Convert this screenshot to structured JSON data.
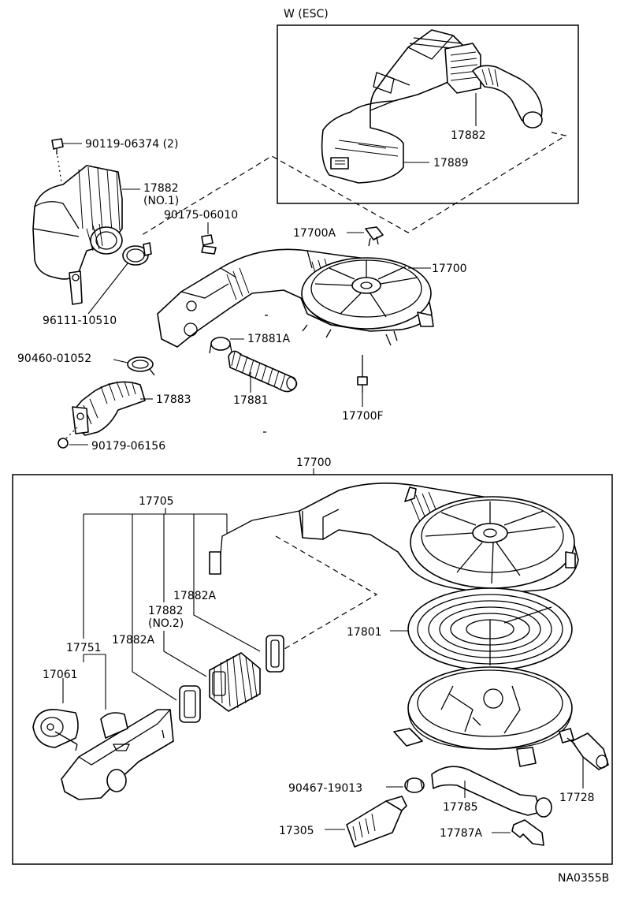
{
  "inset": {
    "title": "W (ESC)"
  },
  "labels": {
    "bolt_90119": "90119-06374 (2)",
    "duct_17882_no1_a": "17882",
    "duct_17882_no1_b": "(NO.1)",
    "bolt_90175": "90175-06010",
    "clamp_96111": "96111-10510",
    "clip_17700a": "17700A",
    "cleaner_17700_top": "17700",
    "inset_17882": "17882",
    "inset_17889": "17889",
    "clamp_17881a": "17881A",
    "hose_17881": "17881",
    "clamp_90460": "90460-01052",
    "hose_17883": "17883",
    "stud_17700f": "17700F",
    "nut_90179": "90179-06156",
    "assy_17700": "17700",
    "assy_17705": "17705",
    "seal_17882a_upper": "17882A",
    "duct_17882_no2_a": "17882",
    "duct_17882_no2_b": "(NO.2)",
    "seal_17882a_lower": "17882A",
    "inlet_17751": "17751",
    "valve_17061": "17061",
    "element_17801": "17801",
    "clamp_90467": "90467-19013",
    "hose_17785": "17785",
    "sensor_17728": "17728",
    "sensor_17305": "17305",
    "clip_17787a": "17787A",
    "ref_code": "NA0355B"
  }
}
